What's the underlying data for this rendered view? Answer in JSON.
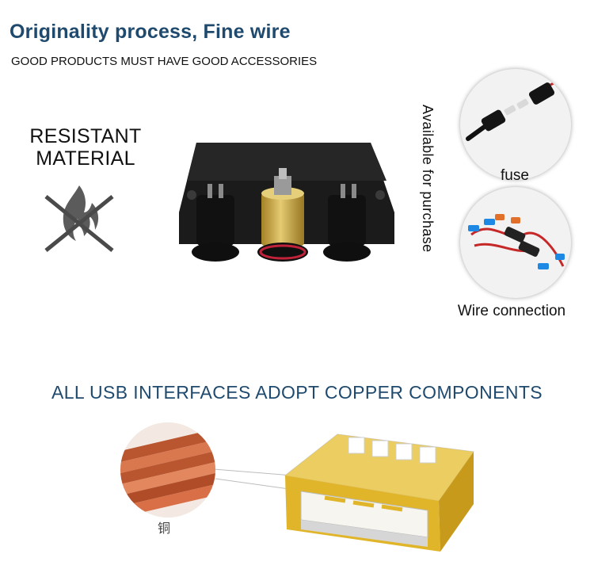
{
  "header": {
    "title": "Originality process, Fine wire",
    "subtitle": "GOOD PRODUCTS MUST HAVE GOOD ACCESSORIES"
  },
  "feature": {
    "line1": "RESISTANT",
    "line2": "MATERIAL"
  },
  "side_note": "Available for purchase",
  "accessories": [
    {
      "label": "fuse"
    },
    {
      "label": "Wire connection"
    }
  ],
  "usb": {
    "title": "ALL USB INTERFACES ADOPT COPPER COMPONENTS",
    "copper_label": "铜"
  },
  "colors": {
    "heading": "#1f4a6e",
    "panel": "#1b1b1b",
    "brass": "#c9a23a",
    "usb_gold": "#e0b52a",
    "copper": "#c9643e"
  }
}
